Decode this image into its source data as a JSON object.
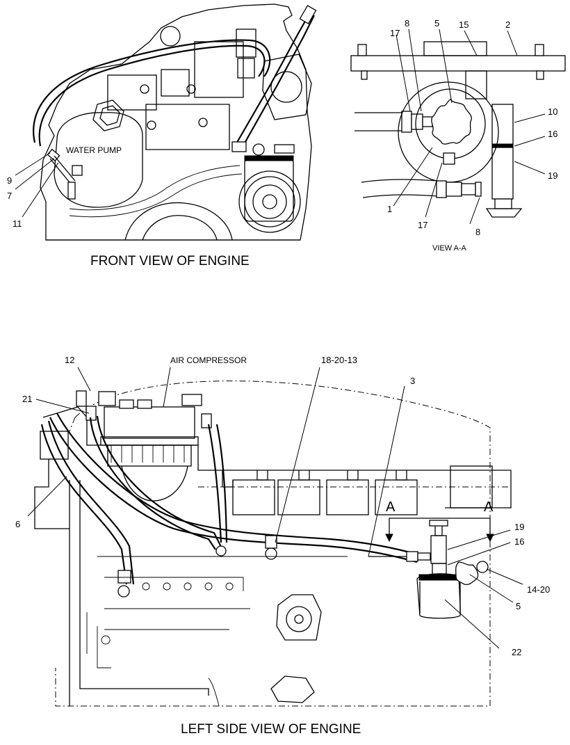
{
  "captions": {
    "front_view": "FRONT VIEW OF ENGINE",
    "view_aa": "VIEW A-A",
    "left_side_view": "LEFT SIDE VIEW OF ENGINE"
  },
  "component_labels": {
    "water_pump": "WATER PUMP",
    "air_compressor": "AIR COMPRESSOR"
  },
  "section_markers": [
    "A",
    "A"
  ],
  "callouts": {
    "front": [
      "9",
      "7",
      "11"
    ],
    "view_aa": [
      "17",
      "8",
      "5",
      "15",
      "2",
      "10",
      "16",
      "19",
      "1",
      "17",
      "8"
    ],
    "left_side": [
      "12",
      "21",
      "18-20-13",
      "3",
      "6",
      "19",
      "16",
      "14-20",
      "5",
      "22"
    ]
  }
}
